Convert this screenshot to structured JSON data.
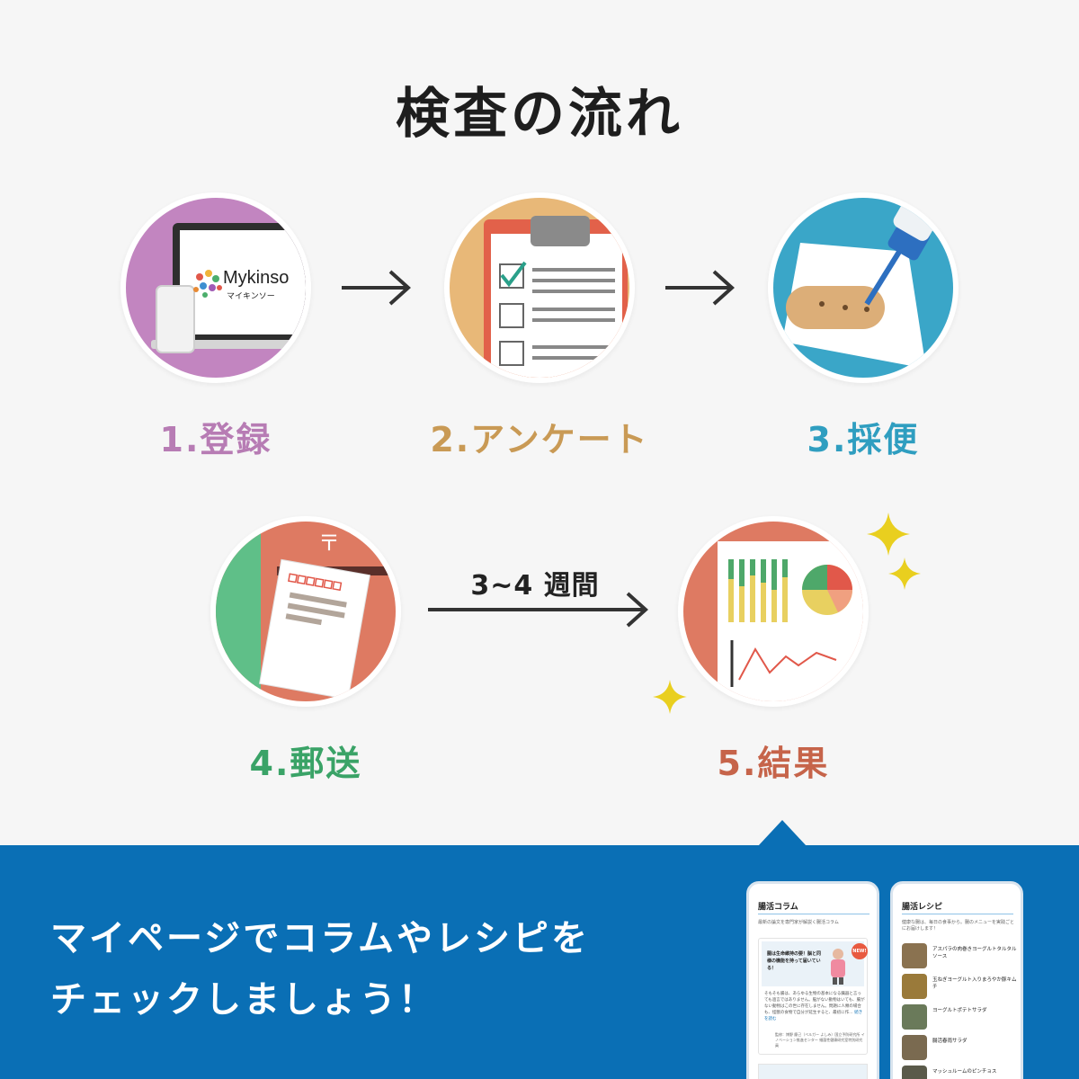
{
  "title": "検査の流れ",
  "steps": [
    {
      "label": "1.登録",
      "color": "#b77cb4"
    },
    {
      "label": "2.アンケート",
      "color": "#c99a55"
    },
    {
      "label": "3.採便",
      "color": "#2f9ec0"
    },
    {
      "label": "4.郵送",
      "color": "#3aa367"
    },
    {
      "label": "5.結果",
      "color": "#c6644a"
    }
  ],
  "laptop": {
    "brand": "Mykinso",
    "brand_kana": "マイキンソー"
  },
  "mail_symbol": "〒",
  "duration_label": "3~4 週間",
  "cta": {
    "line1": "マイページでコラムやレシピを",
    "line2": "チェックしましょう！"
  },
  "phone_column": {
    "title": "腸活コラム",
    "subtitle": "最新の論文を専門家が解説く腸活コラム",
    "badge": "NEW!",
    "headline": "腸は生命維持の要！脳と同様の機能を持って届いている！",
    "body": "そもそも腸は、あらゆる生物の基本になる臓器と言っても過言ではありません。脳がない動物はいても、腸がない動物はこの世に存在しません。問題に人類の場合も、怪獣の食物で自分が延生すると、最初に作…",
    "read_more": "続きを読む",
    "footer": "監修：博野 慶己（ベルガー よしみ）国立予防研究所 イノベーション推進センター 細菌性健康研究室特別研究員"
  },
  "phone_recipe": {
    "title": "腸活レシピ",
    "subtitle": "健康な腸は、毎日の食事から。腸のメニューを実践ごとにお届けします！",
    "items": [
      "アスパラの肉巻きヨーグルトタルタルソース",
      "玉ねぎヨーグルト入りまろやか豚キムチ",
      "ヨーグルトポテトサラダ",
      "腸活春雨サラダ",
      "マッシュルームのピンチョス"
    ]
  },
  "colors": {
    "background": "#f6f6f6",
    "banner": "#0a6fb5",
    "arrow": "#333333"
  }
}
